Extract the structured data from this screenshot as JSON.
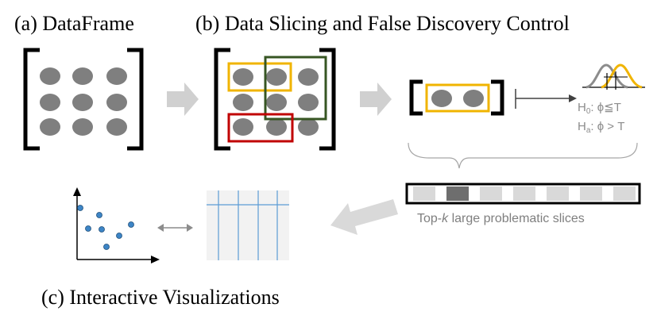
{
  "labels": {
    "dataframe": "(a) DataFrame",
    "slicing": "(b) Data Slicing and False Discovery Control",
    "visualizations": "(c) Interactive Visualizations",
    "h0_prefix": "H",
    "h0_sub": "0",
    "h0_rest": ": ϕ≦T",
    "ha_prefix": "H",
    "ha_sub": "a",
    "ha_rest": ": ϕ > T",
    "topk_prefix": "Top-",
    "topk_k": "k",
    "topk_rest": " large problematic slices"
  },
  "colors": {
    "cell": "#7f7f7f",
    "bracket": "#000000",
    "yellow_slice": "#f0b400",
    "green_slice": "#375623",
    "red_slice": "#c00000",
    "arrow_gray": "#d0d0d0",
    "scatter_point": "#3d85c6",
    "grid_line": "#5b9bd5",
    "table_bg": "#f2f2f2",
    "dist_gray": "#8c8c8c",
    "dist_yellow": "#f0b400"
  },
  "ranked_slices": [
    {
      "shade": "light"
    },
    {
      "shade": "dark"
    },
    {
      "shade": "light"
    },
    {
      "shade": "light"
    },
    {
      "shade": "light"
    },
    {
      "shade": "light"
    },
    {
      "shade": "light"
    }
  ],
  "icons": {
    "flow_arrow": "right-arrow-icon",
    "bidirectional": "double-arrow-icon",
    "hypothesis": "distribution-icon"
  }
}
